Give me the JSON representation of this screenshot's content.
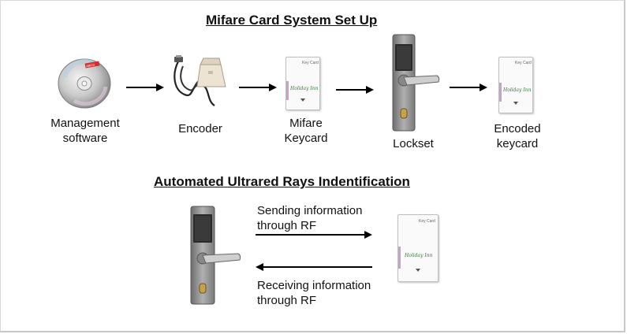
{
  "top_section": {
    "title": "Mifare Card System Set Up",
    "steps": [
      {
        "label": "Management\nsoftware",
        "icon": "cd-disc-icon"
      },
      {
        "label": "Encoder",
        "icon": "encoder-device-icon"
      },
      {
        "label": "Mifare\nKeycard",
        "icon": "keycard-icon"
      },
      {
        "label": "Lockset",
        "icon": "door-lock-icon"
      },
      {
        "label": "Encoded\nkeycard",
        "icon": "keycard-icon"
      }
    ]
  },
  "bottom_section": {
    "title": "Automated Ultrared Rays Indentification",
    "sending": "Sending information\nthrough RF",
    "receiving": "Receiving information\nthrough RF"
  },
  "card": {
    "header": "Key Card",
    "brand": "Holiday Inn",
    "disc_label": "ABCD",
    "accent_color": "#2e7d32"
  }
}
